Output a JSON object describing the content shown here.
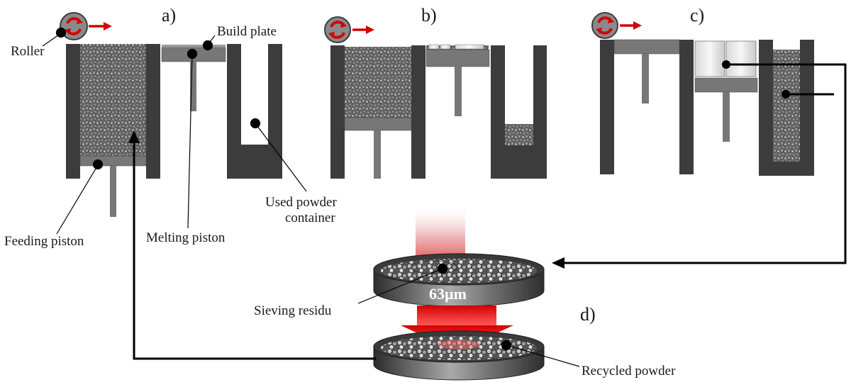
{
  "panels": {
    "a": "a)",
    "b": "b)",
    "c": "c)",
    "d": "d)"
  },
  "labels": {
    "roller": "Roller",
    "build_plate": "Build plate",
    "feeding_piston": "Feeding piston",
    "melting_piston": "Melting piston",
    "used_powder_line1": "Used powder",
    "used_powder_line2": "container",
    "sieving_residu": "Sieving residu",
    "recycled_powder": "Recycled powder"
  },
  "sieve_mesh": "63µm",
  "colors": {
    "wall": "#3c3c3c",
    "piston": "#777777",
    "powder": "#707070",
    "arrow_red": "#d40000",
    "line": "#000000"
  },
  "icons": [
    "roller-rotation-icon",
    "motion-arrow-icon",
    "flow-arrow-icon"
  ]
}
